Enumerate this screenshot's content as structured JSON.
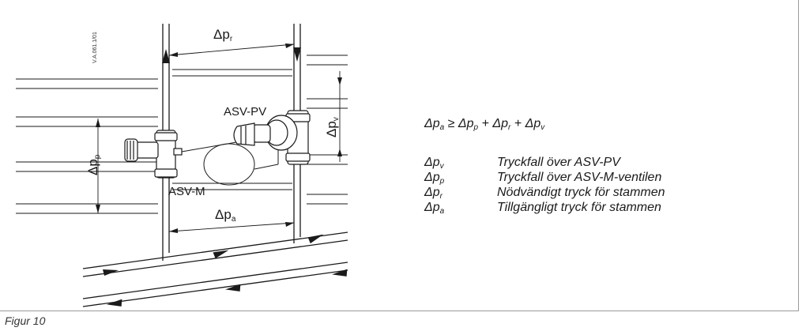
{
  "figure": {
    "caption": "Figur 10",
    "code": "V.A.061.1/01"
  },
  "diagram": {
    "labels": {
      "asv_pv": "ASV-PV",
      "asv_m": "ASV-M"
    },
    "dp": {
      "delta": "Δp",
      "sub_r": "r",
      "sub_a": "a",
      "sub_p": "p",
      "sub_v": "v"
    }
  },
  "formula": {
    "lhs": "Δp",
    "lhs_sub": "a",
    "op": "≥",
    "t1": "Δp",
    "t1_sub": "p",
    "plus1": "+",
    "t2": "Δp",
    "t2_sub": "r",
    "plus2": "+",
    "t3": "Δp",
    "t3_sub": "v"
  },
  "legend": [
    {
      "sym": "Δp",
      "sub": "v",
      "text": "Tryckfall över ASV-PV"
    },
    {
      "sym": "Δp",
      "sub": "p",
      "text": "Tryckfall över ASV-M-ventilen"
    },
    {
      "sym": "Δp",
      "sub": "r",
      "text": "Nödvändigt tryck för stammen"
    },
    {
      "sym": "Δp",
      "sub": "a",
      "text": "Tillgängligt tryck för stammen"
    }
  ]
}
